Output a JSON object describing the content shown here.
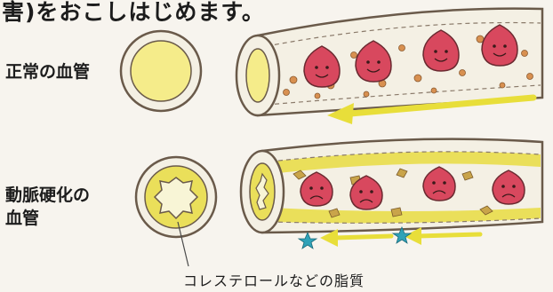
{
  "top_text": "害)をおこしはじめます。",
  "labels": {
    "normal_vessel": "正常の血管",
    "atherosclerotic_vessel_line1": "動脈硬化の",
    "atherosclerotic_vessel_line2": "血管"
  },
  "caption": "コレステロールなどの脂質",
  "colors": {
    "vessel_outline": "#6a5a4a",
    "vessel_wall": "#f4f0e4",
    "lumen_yellow": "#f5ec8a",
    "lipid_yellow": "#eadf5a",
    "blood_cell": "#d8485e",
    "platelet": "#d89050",
    "arrow_yellow": "#e8de3a",
    "star_teal": "#2fa2b8"
  },
  "icons": {
    "cell": "red-blood-cell-icon",
    "arrow": "blood-flow-arrow-icon",
    "star": "star-icon"
  }
}
